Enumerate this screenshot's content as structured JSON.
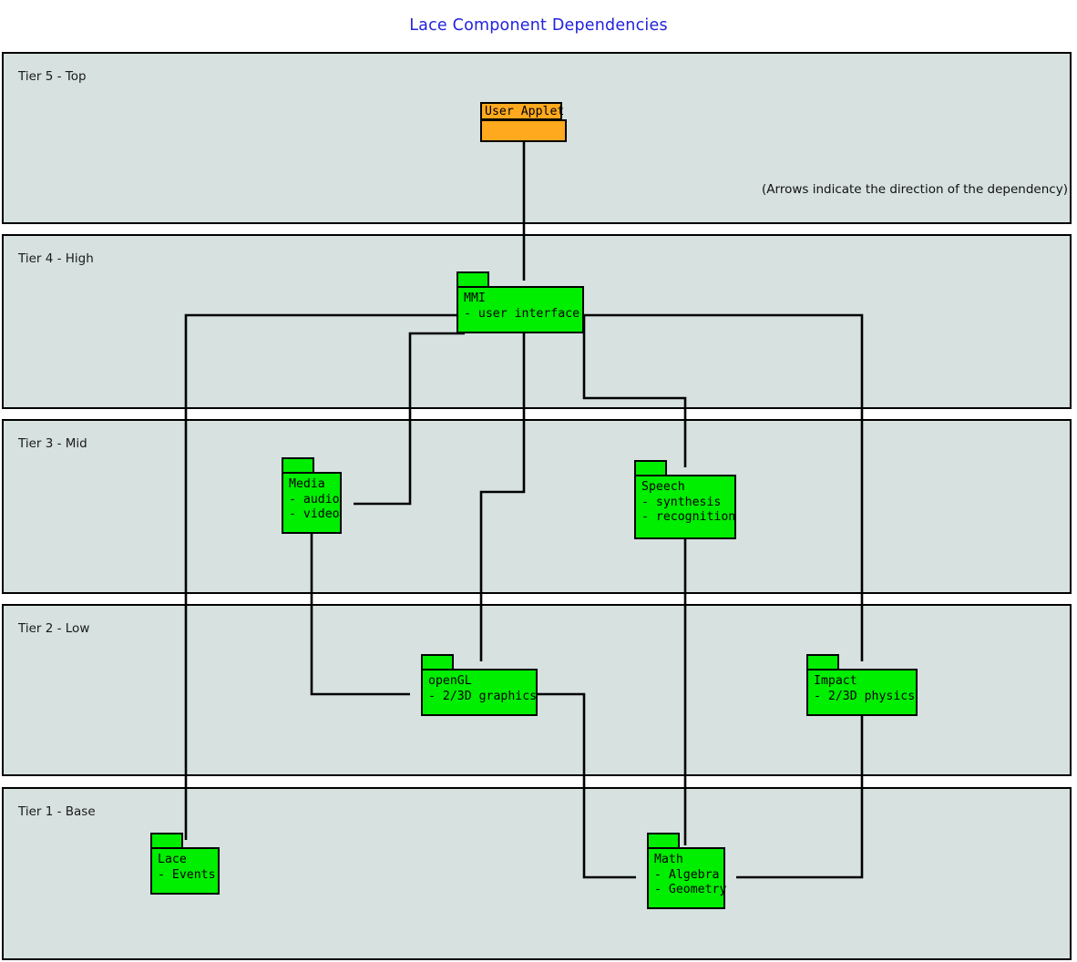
{
  "diagram": {
    "title": "Lace Component Dependencies",
    "note": "(Arrows indicate the direction of the dependency)",
    "title_color": "#2222dd",
    "panel_fill": "#d6e1e0",
    "component_fill": "#00ee00",
    "applet_fill": "#ffa91e"
  },
  "tiers": [
    {
      "label": "Tier 5 - Top"
    },
    {
      "label": "Tier 4 - High"
    },
    {
      "label": "Tier 3 - Mid"
    },
    {
      "label": "Tier 2 - Low"
    },
    {
      "label": "Tier 1 - Base"
    }
  ],
  "components": [
    {
      "id": "user-applet",
      "name": "User Applet",
      "details": [],
      "tier": "Tier 5 - Top",
      "color": "#ffa91e"
    },
    {
      "id": "mmi",
      "name": "MMI",
      "details": [
        "- user interface"
      ],
      "tier": "Tier 4 - High",
      "color": "#00ee00"
    },
    {
      "id": "media",
      "name": "Media",
      "details": [
        "- audio",
        "- video"
      ],
      "tier": "Tier 3 - Mid",
      "color": "#00ee00"
    },
    {
      "id": "speech",
      "name": "Speech",
      "details": [
        "- synthesis",
        "- recognition"
      ],
      "tier": "Tier 3 - Mid",
      "color": "#00ee00"
    },
    {
      "id": "opengl",
      "name": "openGL",
      "details": [
        "- 2/3D graphics"
      ],
      "tier": "Tier 2 - Low",
      "color": "#00ee00"
    },
    {
      "id": "impact",
      "name": "Impact",
      "details": [
        "- 2/3D physics"
      ],
      "tier": "Tier 2 - Low",
      "color": "#00ee00"
    },
    {
      "id": "lace",
      "name": "Lace",
      "details": [
        "- Events"
      ],
      "tier": "Tier 1 - Base",
      "color": "#00ee00"
    },
    {
      "id": "math",
      "name": "Math",
      "details": [
        "- Algebra",
        "- Geometry"
      ],
      "tier": "Tier 1 - Base",
      "color": "#00ee00"
    }
  ],
  "dependencies": [
    {
      "from": "user-applet",
      "to": "mmi"
    },
    {
      "from": "mmi",
      "to": "media"
    },
    {
      "from": "mmi",
      "to": "speech"
    },
    {
      "from": "mmi",
      "to": "opengl"
    },
    {
      "from": "mmi",
      "to": "impact"
    },
    {
      "from": "mmi",
      "to": "lace"
    },
    {
      "from": "media",
      "to": "opengl"
    },
    {
      "from": "speech",
      "to": "math"
    },
    {
      "from": "opengl",
      "to": "math"
    },
    {
      "from": "impact",
      "to": "math"
    }
  ]
}
